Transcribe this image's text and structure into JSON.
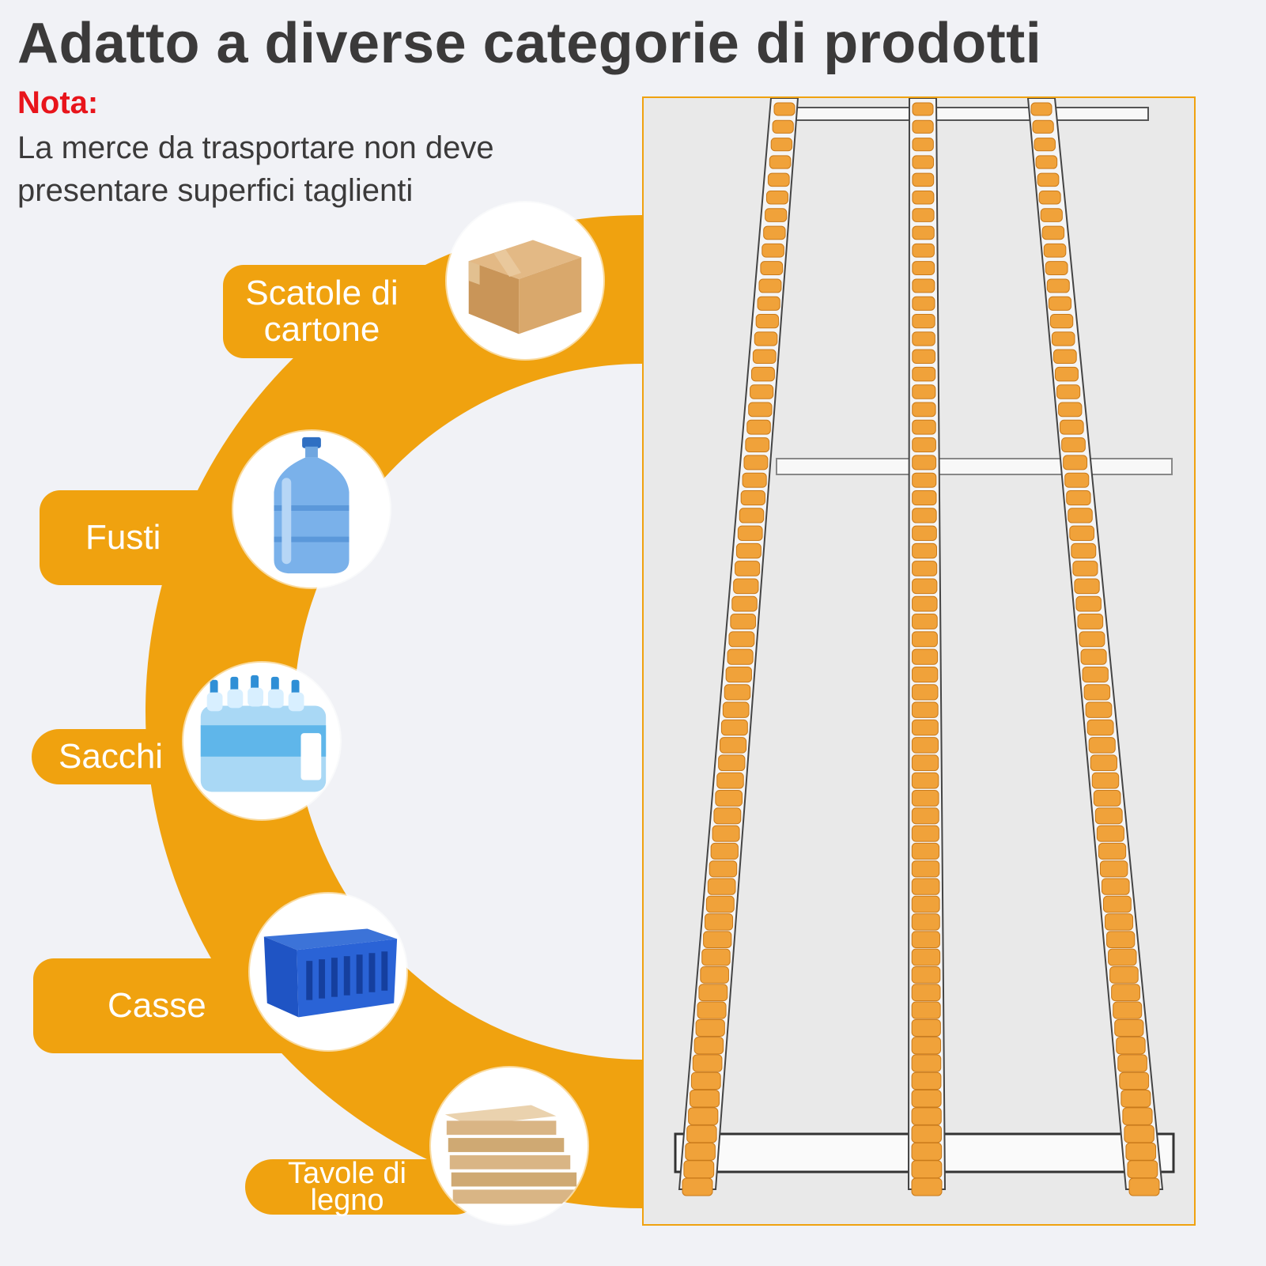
{
  "heading": {
    "title": "Adatto a diverse categorie di prodotti",
    "note_label": "Nota:",
    "note_text": "La merce da trasportare non deve presentare superfici taglienti"
  },
  "colors": {
    "accent": "#f0a20f",
    "title": "#3b3a3a",
    "note_label": "#e8141b",
    "background": "#f1f2f6"
  },
  "categories": [
    {
      "label": "Scatole di cartone",
      "icon": "cardboard-box-icon"
    },
    {
      "label": "Fusti",
      "icon": "water-jug-icon"
    },
    {
      "label": "Sacchi",
      "icon": "water-bottle-pack-icon"
    },
    {
      "label": "Casse",
      "icon": "plastic-crate-icon"
    },
    {
      "label": "Tavole di legno",
      "icon": "wooden-boards-icon"
    }
  ],
  "product_image": {
    "icon": "roller-conveyor-track-image"
  }
}
